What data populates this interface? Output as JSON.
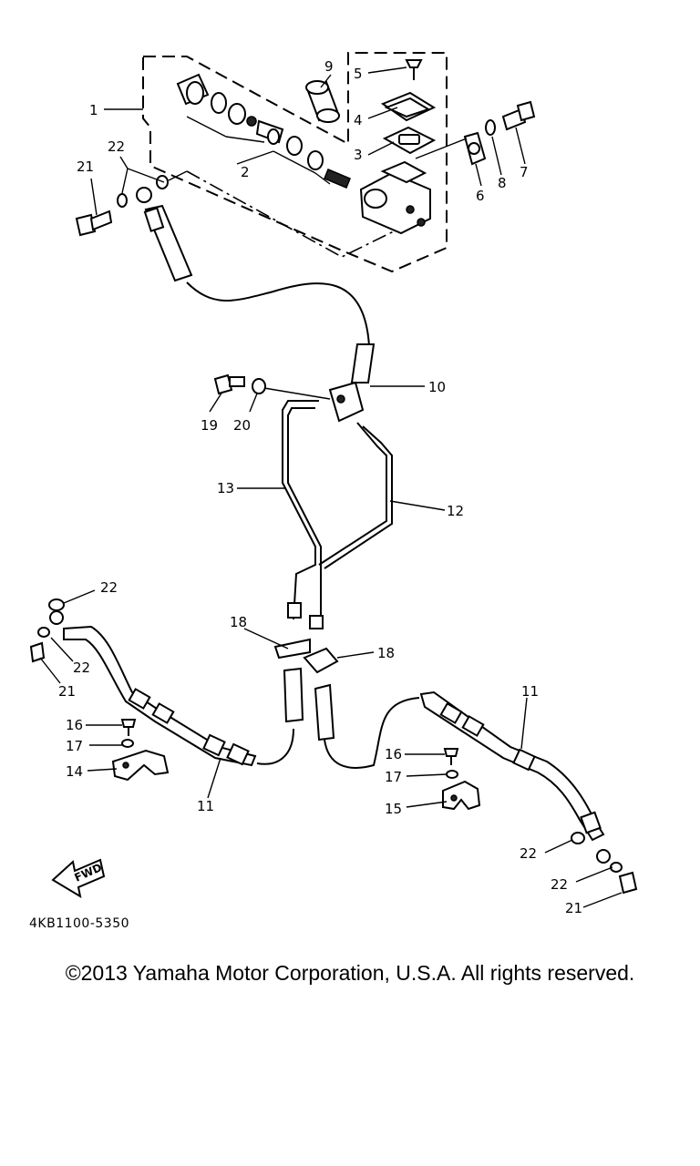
{
  "diagram": {
    "labels": {
      "l1": "1",
      "l2": "2",
      "l3": "3",
      "l4": "4",
      "l5": "5",
      "l6": "6",
      "l7": "7",
      "l8": "8",
      "l9": "9",
      "l10": "10",
      "l11a": "11",
      "l11b": "11",
      "l12": "12",
      "l13": "13",
      "l14": "14",
      "l15": "15",
      "l16a": "16",
      "l16b": "16",
      "l17a": "17",
      "l17b": "17",
      "l18a": "18",
      "l18b": "18",
      "l19": "19",
      "l20": "20",
      "l21a": "21",
      "l21b": "21",
      "l21c": "21",
      "l22a": "22",
      "l22b": "22",
      "l22c": "22",
      "l22d": "22",
      "l22e": "22"
    },
    "fwd_text": "FWD",
    "part_code": "4KB1100-5350"
  },
  "footer": {
    "copyright": "©2013 Yamaha Motor Corporation, U.S.A. All rights reserved."
  }
}
